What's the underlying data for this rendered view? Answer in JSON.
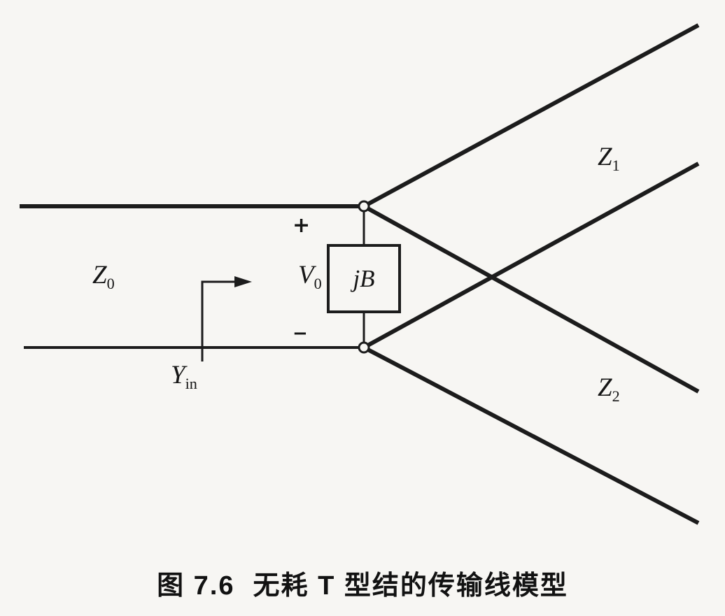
{
  "figure": {
    "labels": {
      "z0": {
        "base": "Z",
        "sub": "0"
      },
      "v0": {
        "base": "V",
        "sub": "0"
      },
      "yin": {
        "base": "Y",
        "sub": "in"
      },
      "z1": {
        "base": "Z",
        "sub": "1"
      },
      "z2": {
        "base": "Z",
        "sub": "2"
      },
      "plus": "+",
      "minus": "−",
      "jB": "jB"
    },
    "caption": {
      "number": "图 7.6",
      "title": "无耗 T 型结的传输线模型"
    },
    "colors": {
      "ink": "#1c1c1c",
      "paper": "#f7f6f3"
    }
  }
}
